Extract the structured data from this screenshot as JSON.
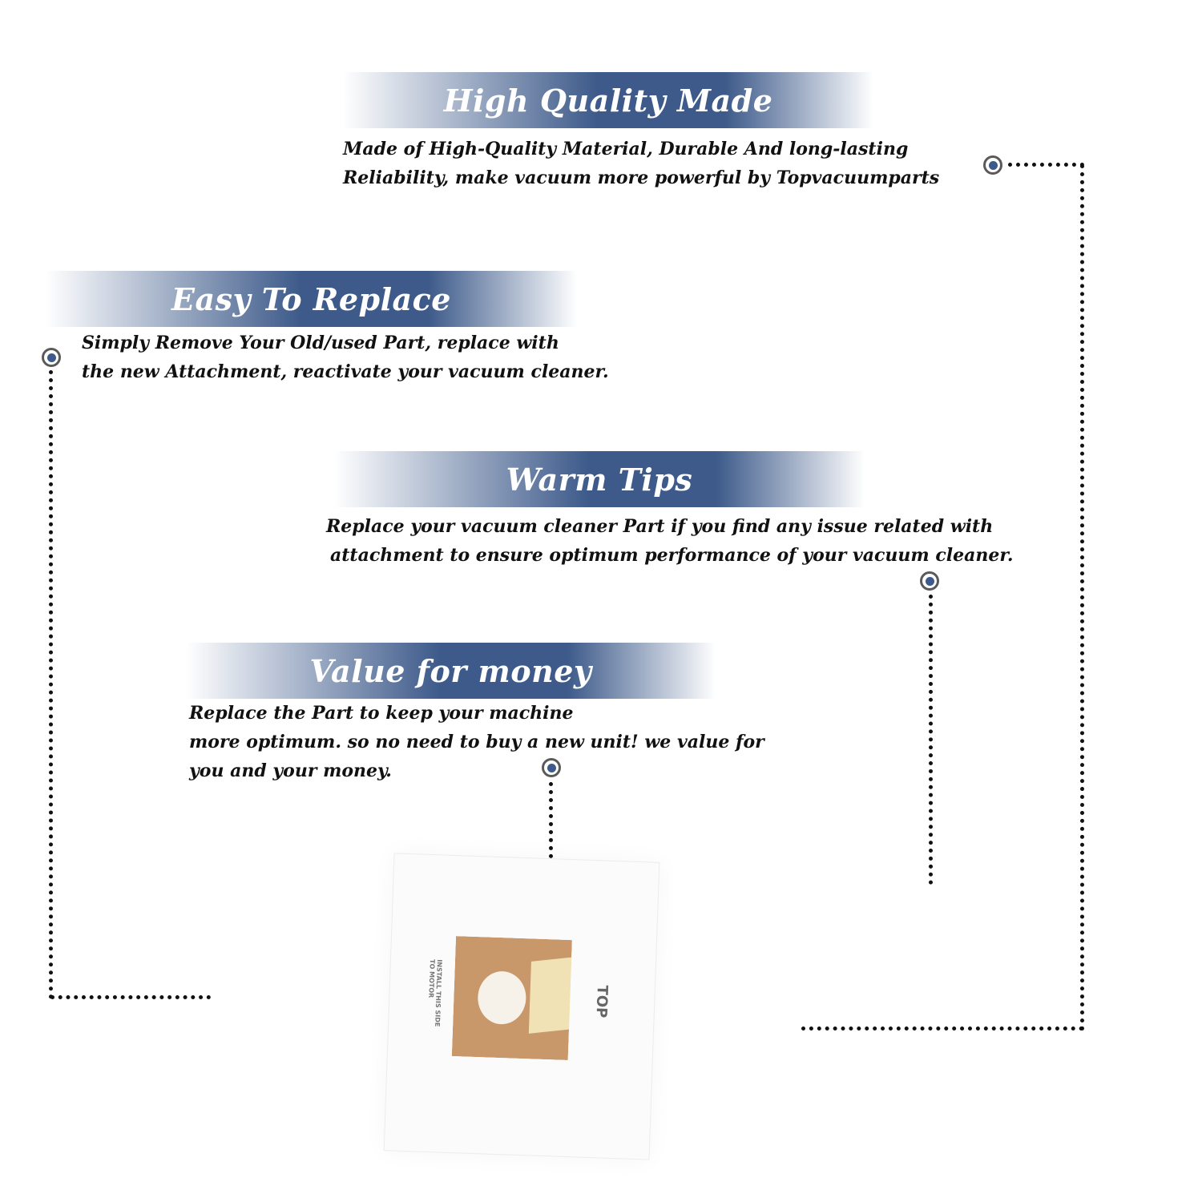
{
  "accent_color": "#3d5a8a",
  "sections": [
    {
      "title": "High Quality Made",
      "lines": [
        "Made of  High-Quality Material, Durable And long-lasting",
        "Reliability, make vacuum more powerful by Topvacuumparts"
      ]
    },
    {
      "title": "Easy To Replace",
      "lines": [
        "Simply Remove Your Old/used Part, replace with",
        "the new Attachment, reactivate your vacuum cleaner."
      ]
    },
    {
      "title": "Warm Tips",
      "lines": [
        "Replace your vacuum cleaner Part if you find any issue related with",
        "attachment to ensure optimum performance of your vacuum cleaner."
      ]
    },
    {
      "title": "Value for money",
      "lines": [
        "Replace the Part to keep your machine",
        "more optimum. so no need to buy a new unit! we value for",
        "you and your money."
      ]
    }
  ],
  "product": {
    "top_label": "TOP",
    "small_label": [
      "INSTALL THIS SIDE",
      "TO MOTOR"
    ]
  }
}
